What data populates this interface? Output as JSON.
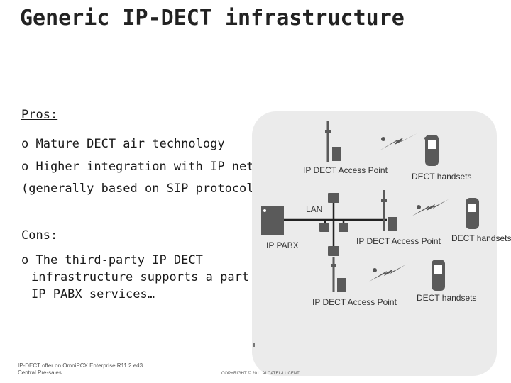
{
  "title": "Generic IP-DECT infrastructure",
  "pros": {
    "heading": "Pros:",
    "items": [
      "o Mature DECT air technology",
      "o Higher integration with IP network",
      "(generally based on SIP protocol)"
    ]
  },
  "cons": {
    "heading": "Cons:",
    "items": [
      "o The third-party IP DECT",
      "infrastructure supports a part of",
      "IP PABX services…"
    ]
  },
  "diagram": {
    "labels": {
      "ap1": "IP DECT Access Point",
      "handsets1": "DECT handsets",
      "lan": "LAN",
      "pabx": "IP PABX",
      "ap2": "IP DECT Access Point",
      "handsets2": "DECT handsets",
      "ap3": "IP DECT Access Point",
      "handsets3": "DECT handsets"
    },
    "colors": {
      "panel": "#ebebeb",
      "device": "#5a5a5a",
      "lightning": "#555555"
    }
  },
  "footer": {
    "line1": "IP-DECT offer on OmniPCX Enterprise R11.2 ed3",
    "line2": "Central Pre-sales",
    "copyright": "COPYRIGHT © 2011 ALCATEL-LUCENT"
  }
}
